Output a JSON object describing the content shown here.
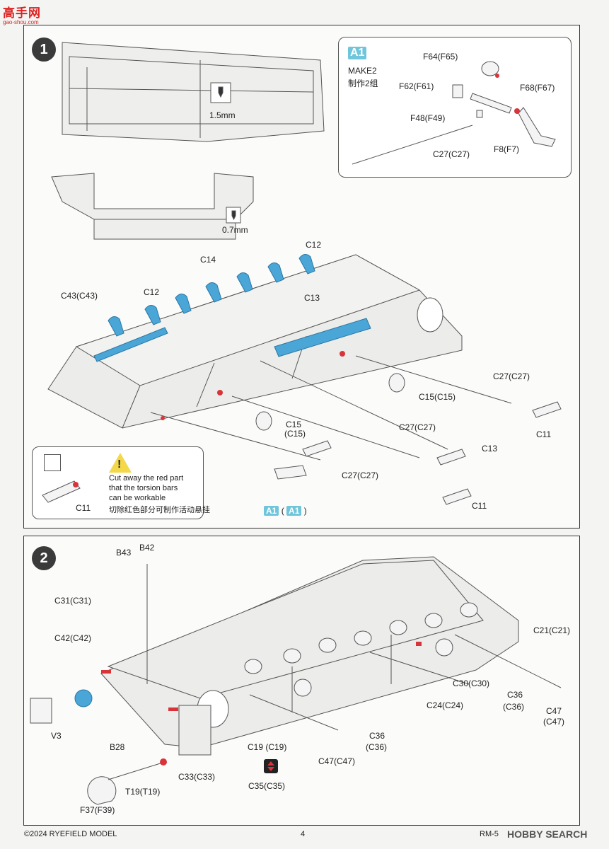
{
  "header": {
    "logo_text": "高手网",
    "logo_sub": "gao-shou.com"
  },
  "footer": {
    "copyright": "©2024 RYEFIELD MODEL",
    "page_number": "4",
    "model_code": "RM-5",
    "watermark": "HOBBY SEARCH"
  },
  "step1": {
    "number": "1",
    "drill_top": "1.5mm",
    "drill_bottom": "0.7mm",
    "subassembly": {
      "badge": "A1",
      "make_text": "MAKE2",
      "make_text_cn": "制作2组",
      "labels": [
        "F64(F65)",
        "F62(F61)",
        "F68(F67)",
        "F48(F49)",
        "C27(C27)",
        "F8(F7)"
      ]
    },
    "labels": {
      "c12_top": "C12",
      "c14": "C14",
      "c12_left": "C12",
      "c43": "C43(C43)",
      "c13_top": "C13",
      "c27_right": "C27(C27)",
      "c15_right": "C15(C15)",
      "c11_right": "C11",
      "c15_mid": "C15",
      "c15_mid_sub": "(C15)",
      "c27_mid": "C27(C27)",
      "c13_mid": "C13",
      "c27_low": "C27(C27)",
      "c11_low": "C11",
      "a1_ref": "A1",
      "a1_ref2": "A1"
    },
    "note": {
      "text_line1": "Cut away the red part",
      "text_line2": "that the torsion bars",
      "text_line3": "can be workable",
      "text_cn": "切除红色部分可制作活动悬挂",
      "part": "C11"
    }
  },
  "step2": {
    "number": "2",
    "labels": {
      "b43": "B43",
      "b42": "B42",
      "c31": "C31(C31)",
      "c42": "C42(C42)",
      "v3": "V3",
      "b28": "B28",
      "c21": "C21(C21)",
      "c30": "C30(C30)",
      "c24": "C24(C24)",
      "c36_right": "C36",
      "c36_right_sub": "(C36)",
      "c47_right": "C47",
      "c47_right_sub": "(C47)",
      "c36_mid": "C36",
      "c36_mid_sub": "(C36)",
      "c19": "C19 (C19)",
      "c47_mid": "C47(C47)",
      "c33": "C33(C33)",
      "t19": "T19(T19)",
      "c35": "C35(C35)",
      "f37": "F37(F39)"
    }
  },
  "colors": {
    "highlight": "#4aa6d6",
    "badge": "#6fc5dc",
    "red": "#d8343a",
    "warning": "#f3d84a"
  }
}
